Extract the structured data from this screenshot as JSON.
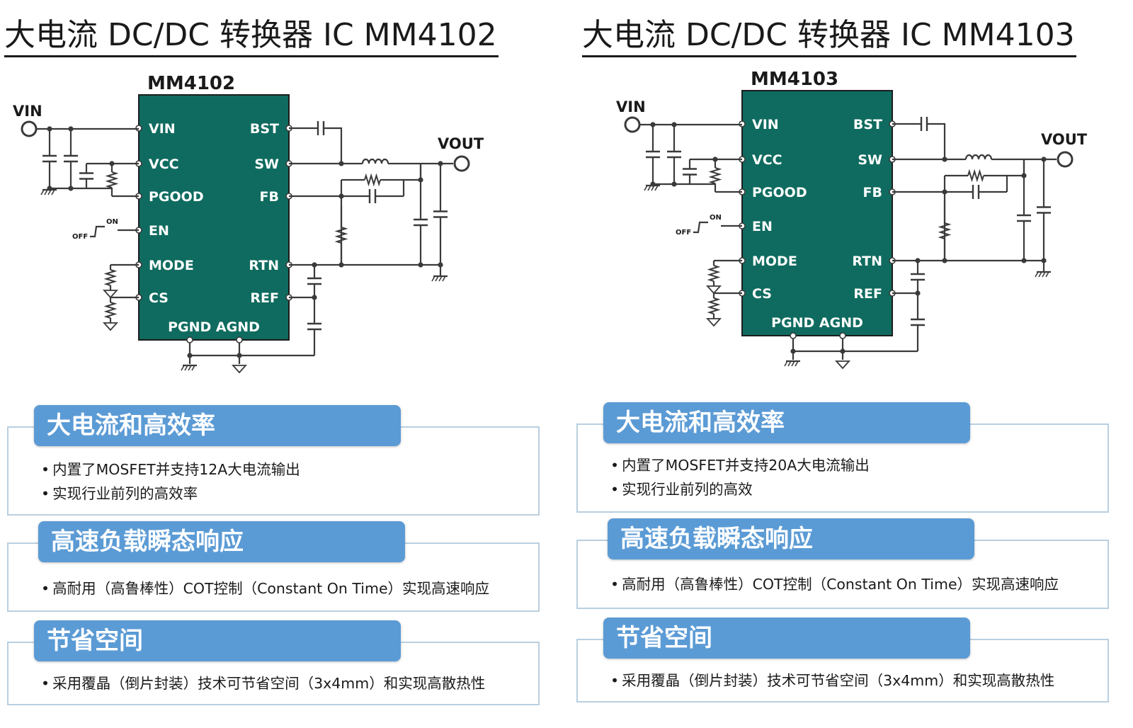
{
  "panels": [
    {
      "title": "大电流 DC/DC 转换器 IC  MM4102",
      "chip": {
        "name": "MM4102",
        "left_pins": [
          "VIN",
          "VCC",
          "PGOOD",
          "EN",
          "MODE",
          "CS"
        ],
        "right_pins": [
          "BST",
          "SW",
          "FB",
          "RTN",
          "REF"
        ],
        "bottom_pins": "PGND AGND"
      },
      "vin_label": "VIN",
      "vout_label": "VOUT",
      "switch_on": "ON",
      "switch_off": "OFF",
      "features": [
        {
          "heading": "大电流和高效率",
          "bullets": [
            "内置了MOSFET并支持12A大电流输出",
            "实现行业前列的高效率"
          ]
        },
        {
          "heading": "高速负载瞬态响应",
          "bullets": [
            "高耐用（高鲁棒性）COT控制（Constant On Time）实现高速响应"
          ]
        },
        {
          "heading": "节省空间",
          "bullets": [
            "采用覆晶（倒片封装）技术可节省空间（3x4mm）和实现高散热性"
          ]
        }
      ]
    },
    {
      "title": "大电流 DC/DC 转换器 IC  MM4103",
      "chip": {
        "name": "MM4103",
        "left_pins": [
          "VIN",
          "VCC",
          "PGOOD",
          "EN",
          "MODE",
          "CS"
        ],
        "right_pins": [
          "BST",
          "SW",
          "FB",
          "RTN",
          "REF"
        ],
        "bottom_pins": "PGND AGND"
      },
      "vin_label": "VIN",
      "vout_label": "VOUT",
      "switch_on": "ON",
      "switch_off": "OFF",
      "features": [
        {
          "heading": "大电流和高效率",
          "bullets": [
            "内置了MOSFET并支持20A大电流输出",
            "实现行业前列的高效"
          ]
        },
        {
          "heading": "高速负载瞬态响应",
          "bullets": [
            "高耐用（高鲁棒性）COT控制（Constant On Time）实现高速响应"
          ]
        },
        {
          "heading": "节省空间",
          "bullets": [
            "采用覆晶（倒片封装）技术可节省空间（3x4mm）和实现高散热性"
          ]
        }
      ]
    }
  ],
  "colors": {
    "chip_fill": "#0f6b5f",
    "chip_text": "#ffffff",
    "wire": "#3a3a3a",
    "tab_fill": "#5b9bd5",
    "frame_border": "#b9cfe0"
  }
}
